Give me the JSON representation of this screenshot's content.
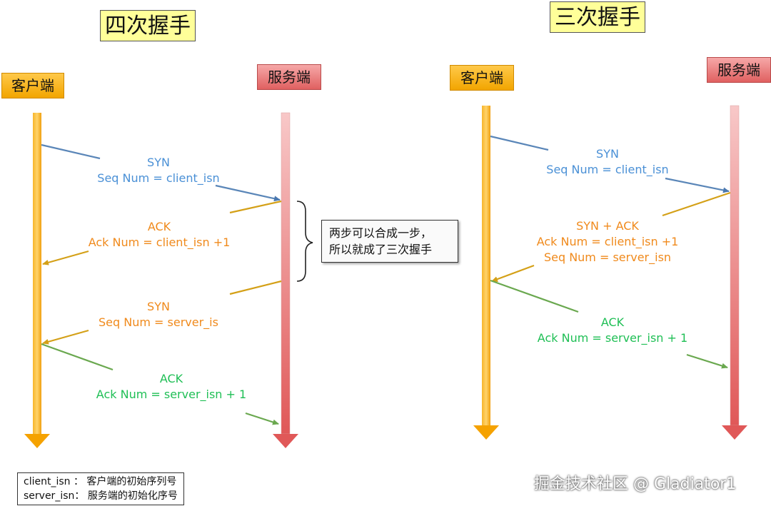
{
  "left": {
    "title": "四次握手",
    "client_label": "客户端",
    "server_label": "服务端",
    "msg1": {
      "line1": "SYN",
      "line2": "Seq Num = client_isn"
    },
    "msg2": {
      "line1": "ACK",
      "line2": "Ack Num =  client_isn +1"
    },
    "msg3": {
      "line1": "SYN",
      "line2": "Seq Num = server_is"
    },
    "msg4": {
      "line1": "ACK",
      "line2": "Ack Num = server_isn + 1"
    },
    "note": {
      "line1": "两步可以合成一步，",
      "line2": "所以就成了三次握手"
    }
  },
  "right": {
    "title": "三次握手",
    "client_label": "客户端",
    "server_label": "服务端",
    "msg1": {
      "line1": "SYN",
      "line2": "Seq Num = client_isn"
    },
    "msg2": {
      "line1": "SYN + ACK",
      "line2": "Ack Num =  client_isn +1",
      "line3": "Seq Num = server_isn"
    },
    "msg3": {
      "line1": "ACK",
      "line2": "Ack Num = server_isn + 1"
    }
  },
  "legend": {
    "line1": "client_isn ： 客户端的初始序列号",
    "line2": "server_isn：  服务端的初始化序号"
  },
  "watermark": "掘金技术社区 @ Gladiator1",
  "colors": {
    "blue": "#4a90d6",
    "orange": "#f08a1c",
    "gold": "#d4a017",
    "green": "#1fbf55",
    "client_timeline": "#f5a623",
    "server_timeline": "#e26a6a",
    "title_bg": "#ffff99"
  }
}
